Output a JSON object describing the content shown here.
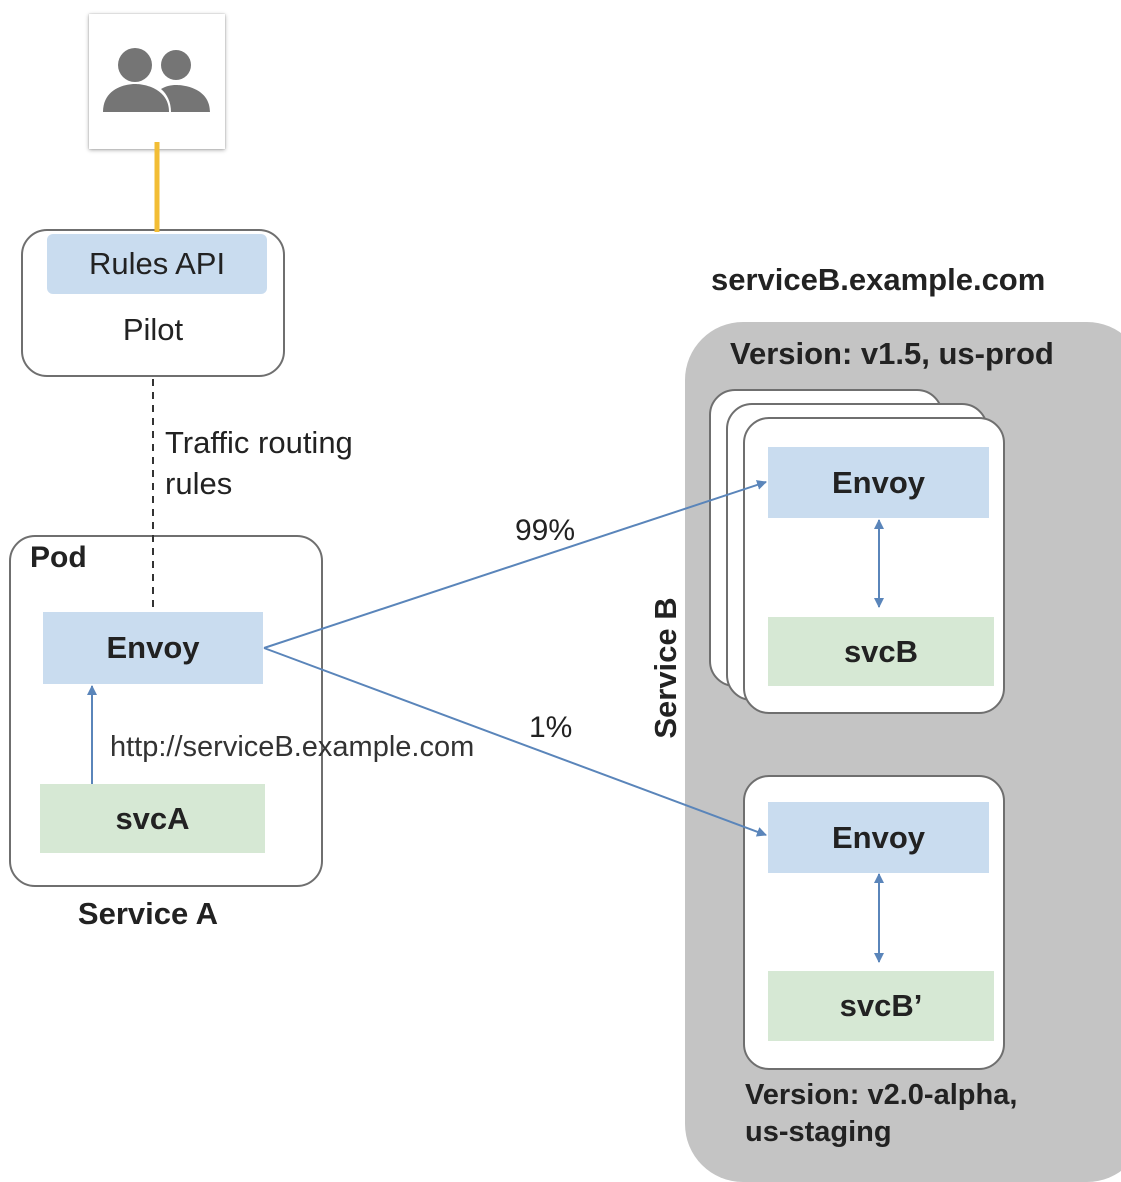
{
  "icons": {
    "users": "group-people-icon"
  },
  "colors": {
    "envoy_fill": "#c9dcef",
    "service_fill": "#d6e8d4",
    "panel_gray": "#c4c4c4",
    "link_yellow": "#f2bd35",
    "arrow_blue": "#5a85ba"
  },
  "pilot": {
    "api_label": "Rules API",
    "name": "Pilot"
  },
  "routing": {
    "label_line1": "Traffic routing",
    "label_line2": "rules"
  },
  "service_a": {
    "pod_label": "Pod",
    "envoy_label": "Envoy",
    "app_label": "svcA",
    "request_url": "http://serviceB.example.com",
    "caption": "Service A"
  },
  "traffic": {
    "split_major": "99%",
    "split_minor": "1%"
  },
  "service_b": {
    "hostname": "serviceB.example.com",
    "vertical_label": "Service B",
    "version_prod": "Version: v1.5, us-prod",
    "prod_envoy_label": "Envoy",
    "prod_app_label": "svcB",
    "staging_envoy_label": "Envoy",
    "staging_app_label": "svcB’",
    "version_staging_line1": "Version: v2.0-alpha,",
    "version_staging_line2": "us-staging"
  }
}
